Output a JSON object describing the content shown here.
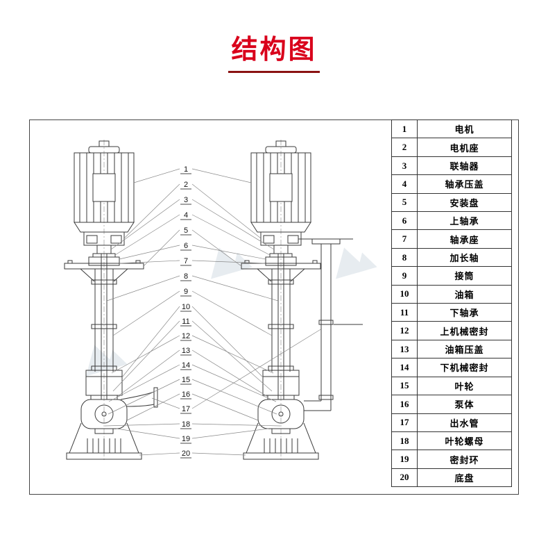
{
  "title": "结构图",
  "colors": {
    "title": "#d9001b",
    "title_underline": "#8a1212"
  },
  "diagram": {
    "callout_numbers": [
      "1",
      "2",
      "3",
      "4",
      "5",
      "6",
      "7",
      "8",
      "9",
      "10",
      "11",
      "12",
      "13",
      "14",
      "15",
      "16",
      "17",
      "18",
      "19",
      "20"
    ]
  },
  "parts_table": {
    "rows": [
      {
        "num": "1",
        "name": "电机"
      },
      {
        "num": "2",
        "name": "电机座"
      },
      {
        "num": "3",
        "name": "联轴器"
      },
      {
        "num": "4",
        "name": "轴承压盖"
      },
      {
        "num": "5",
        "name": "安装盘"
      },
      {
        "num": "6",
        "name": "上轴承"
      },
      {
        "num": "7",
        "name": "轴承座"
      },
      {
        "num": "8",
        "name": "加长轴"
      },
      {
        "num": "9",
        "name": "接筒"
      },
      {
        "num": "10",
        "name": "油箱"
      },
      {
        "num": "11",
        "name": "下轴承"
      },
      {
        "num": "12",
        "name": "上机械密封"
      },
      {
        "num": "13",
        "name": "油箱压盖"
      },
      {
        "num": "14",
        "name": "下机械密封"
      },
      {
        "num": "15",
        "name": "叶轮"
      },
      {
        "num": "16",
        "name": "泵体"
      },
      {
        "num": "17",
        "name": "出水管"
      },
      {
        "num": "18",
        "name": "叶轮螺母"
      },
      {
        "num": "19",
        "name": "密封环"
      },
      {
        "num": "20",
        "name": "底盘"
      }
    ]
  }
}
